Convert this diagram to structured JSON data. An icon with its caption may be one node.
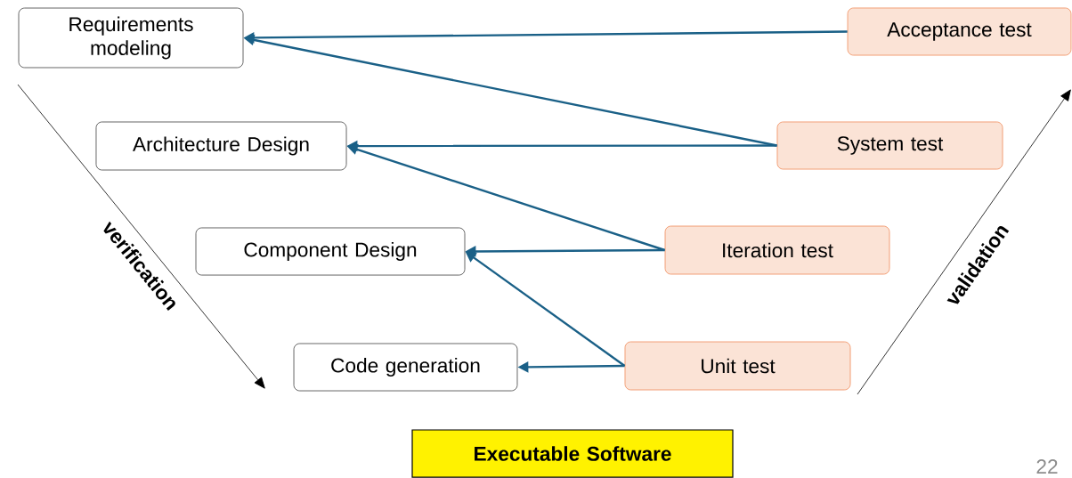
{
  "diagram": {
    "nodes": [
      {
        "text": [
          "Requirements modeling"
        ]
      },
      {
        "text": [
          "Architecture Design"
        ]
      },
      {
        "text": [
          "Component Design"
        ]
      },
      {
        "text": [
          "Code generation"
        ]
      },
      {
        "text": [
          "Acceptance test"
        ]
      },
      {
        "text": [
          "System test"
        ]
      },
      {
        "text": [
          "Iteration test"
        ]
      },
      {
        "text": [
          "Unit test"
        ]
      },
      {
        "text": [
          "Executable Software"
        ]
      }
    ],
    "edges": [
      {
        "from": 4,
        "to": 0,
        "arrow": "to"
      },
      {
        "from": 5,
        "to": 0,
        "arrow": "to"
      },
      {
        "from": 5,
        "to": 1,
        "arrow": "to"
      },
      {
        "from": 6,
        "to": 1,
        "arrow": "to"
      },
      {
        "from": 6,
        "to": 2,
        "arrow": "to"
      },
      {
        "from": 7,
        "to": 2,
        "arrow": "to"
      },
      {
        "from": 7,
        "to": 3,
        "arrow": "to"
      }
    ],
    "labels": [
      "verification",
      "validation",
      "22"
    ]
  }
}
